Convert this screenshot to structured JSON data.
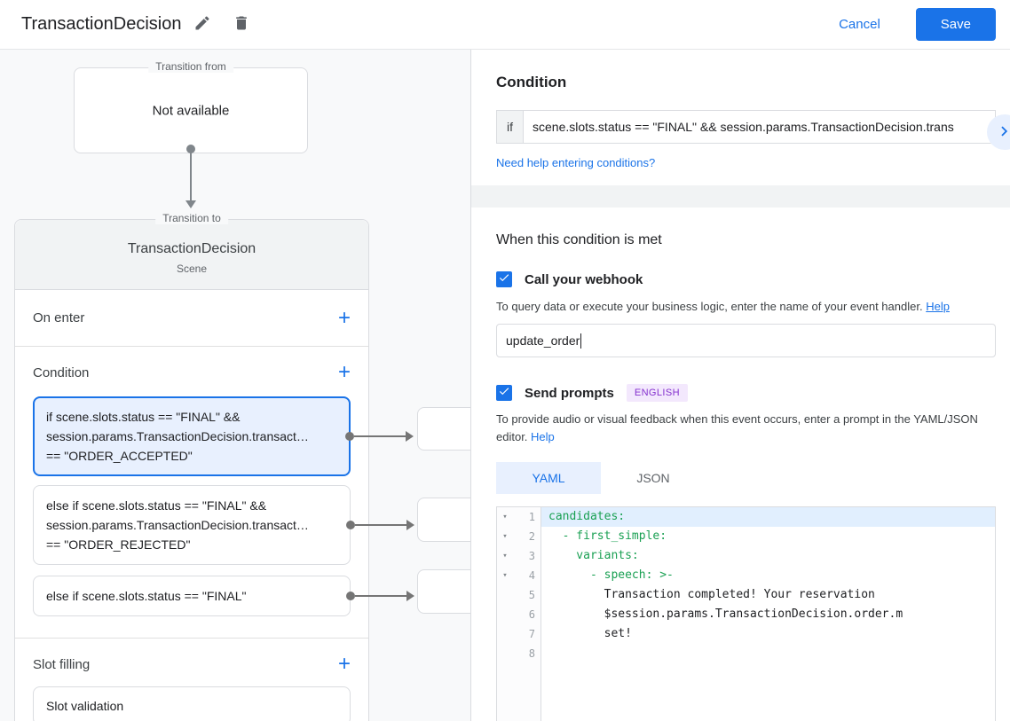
{
  "topbar": {
    "title": "TransactionDecision",
    "cancel_label": "Cancel",
    "save_label": "Save"
  },
  "graph": {
    "from": {
      "legend": "Transition from",
      "label": "Not available"
    },
    "to": {
      "legend": "Transition to",
      "title": "TransactionDecision",
      "subtitle": "Scene",
      "on_enter_label": "On enter",
      "condition_label": "Condition",
      "slot_filling_label": "Slot filling",
      "slot_item": "Slot validation",
      "conditions": [
        {
          "lines": [
            "if scene.slots.status == \"FINAL\" &&",
            "session.params.TransactionDecision.transact…",
            "== \"ORDER_ACCEPTED\""
          ],
          "selected": true
        },
        {
          "lines": [
            "else if scene.slots.status == \"FINAL\" &&",
            "session.params.TransactionDecision.transact…",
            "== \"ORDER_REJECTED\""
          ],
          "selected": false
        },
        {
          "lines": [
            "else if scene.slots.status == \"FINAL\""
          ],
          "selected": false
        }
      ]
    }
  },
  "panel": {
    "heading": "Condition",
    "if_label": "if",
    "condition_value": "scene.slots.status == \"FINAL\" && session.params.TransactionDecision.trans",
    "conditions_help_link": "Need help entering conditions?",
    "when_heading": "When this condition is met",
    "webhook": {
      "label": "Call your webhook",
      "helper": "To query data or execute your business logic, enter the name of your event handler.",
      "help_link": "Help",
      "value": "update_order"
    },
    "prompts": {
      "label": "Send prompts",
      "badge": "ENGLISH",
      "helper": "To provide audio or visual feedback when this event occurs, enter a prompt in the YAML/JSON editor.",
      "help_link": "Help"
    },
    "tabs": {
      "yaml": "YAML",
      "json": "JSON"
    },
    "editor": {
      "lines": [
        {
          "n": "1",
          "text": "candidates:"
        },
        {
          "n": "2",
          "text": "  - first_simple:"
        },
        {
          "n": "3",
          "text": "    variants:"
        },
        {
          "n": "4",
          "text": "      - speech: >-"
        },
        {
          "n": "5",
          "text": "        Transaction completed! Your reservation"
        },
        {
          "n": "6",
          "text": "        $session.params.TransactionDecision.order.m"
        },
        {
          "n": "7",
          "text": "        set!"
        },
        {
          "n": "8",
          "text": ""
        }
      ]
    }
  },
  "colors": {
    "accent": "#1a73e8",
    "selected_card_bg": "#e8f0fe",
    "badge_bg": "#f3e8fd",
    "badge_text": "#8430ce",
    "yaml_key": "#1aa053",
    "panel_bg": "#f8f9fa"
  }
}
